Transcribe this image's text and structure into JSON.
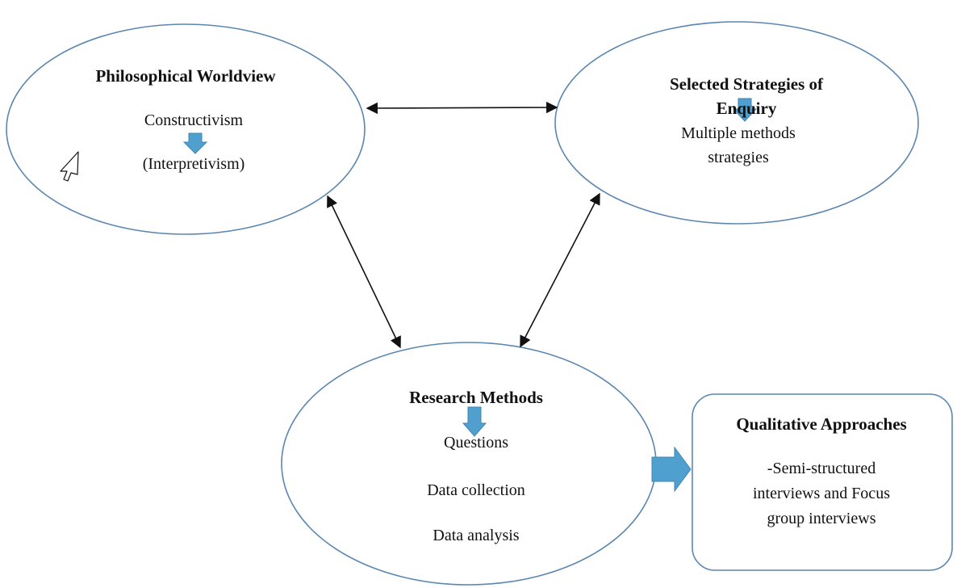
{
  "colors": {
    "node_border": "#5b86b0",
    "down_arrow": "#4f9fcf",
    "connector": "#111111",
    "text": "#111111"
  },
  "icons": {
    "cursor": "mouse-pointer-icon"
  },
  "nodes": {
    "worldview": {
      "title": "Philosophical Worldview",
      "items": [
        "Constructivism",
        "(Interpretivism)"
      ]
    },
    "strategies": {
      "title_line1": "Selected Strategies of",
      "title_line2": "Enquiry",
      "body_line1": "Multiple methods",
      "body_line2": "strategies"
    },
    "methods": {
      "title": "Research Methods",
      "items": [
        "Questions",
        "Data collection",
        "Data analysis"
      ]
    },
    "qualitative": {
      "title": "Qualitative Approaches",
      "body_line1": "-Semi-structured",
      "body_line2": "interviews and Focus",
      "body_line3": "group interviews"
    }
  }
}
